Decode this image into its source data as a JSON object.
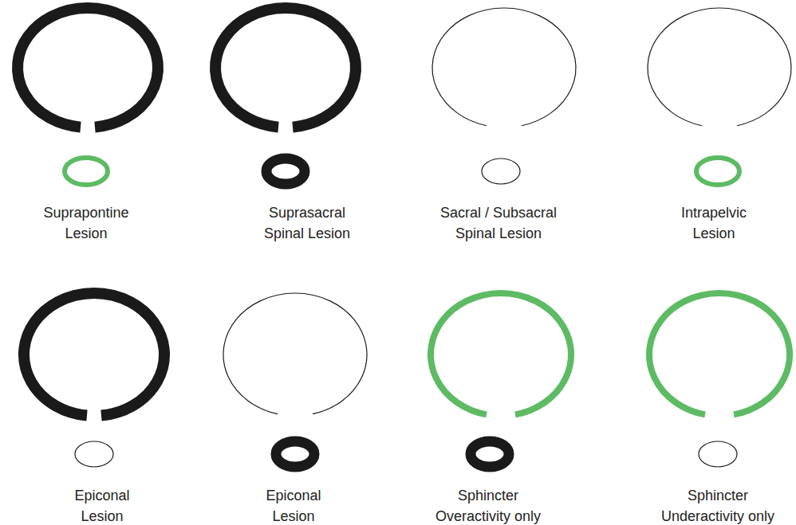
{
  "diagram": {
    "nodes": [
      {
        "text": [
          "Suprapontine Lesion"
        ]
      },
      {
        "text": [
          "Suprasacral Spinal Lesion"
        ]
      },
      {
        "text": [
          "Sacral / Subsacral Spinal Lesion"
        ]
      },
      {
        "text": [
          "Intrapelvic Lesion"
        ]
      },
      {
        "text": [
          "Epiconal Lesion"
        ]
      },
      {
        "text": [
          "Epiconal Lesion"
        ]
      },
      {
        "text": [
          "Sphincter Overactivity only"
        ]
      },
      {
        "text": [
          "Sphincter Underactivity only"
        ]
      }
    ]
  }
}
